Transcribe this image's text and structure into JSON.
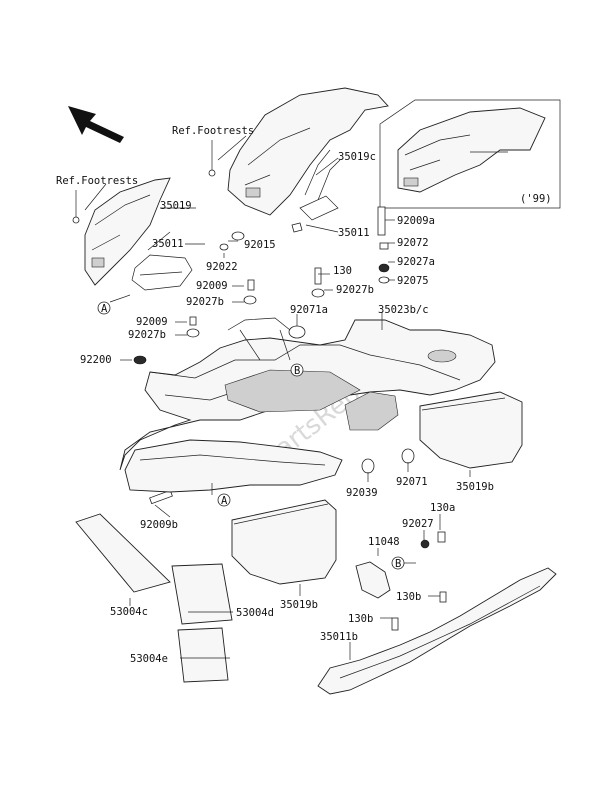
{
  "labels": {
    "ref_footrests_top": "Ref.Footrests",
    "ref_footrests_left": "Ref.Footrests",
    "l35019c": "35019c",
    "l35019": "35019",
    "l35011_left": "35011",
    "l92015": "92015",
    "l35011_mid": "35011",
    "l92022": "92022",
    "l92009a": "92009a",
    "l92072": "92072",
    "l92027a": "92027a",
    "l92075": "92075",
    "l130_top": "130",
    "l92009_a": "92009",
    "l92027b_a": "92027b",
    "l92027b_b": "92027b",
    "l92071a": "92071a",
    "l35023bc": "35023b/c",
    "l92009_b": "92009",
    "l92027b_c": "92027b",
    "l92200": "92200",
    "l92071": "92071",
    "l35019b_right": "35019b",
    "l92039": "92039",
    "l92009b": "92009b",
    "l130a": "130a",
    "l92027": "92027",
    "l11048": "11048",
    "l35019b_mid": "35019b",
    "l53004c": "53004c",
    "l53004d": "53004d",
    "l130b_a": "130b",
    "l130b_b": "130b",
    "l35011b": "35011b",
    "l53004e": "53004e",
    "year": "('99)",
    "callout_a1": "A",
    "callout_a2": "A",
    "callout_b1": "B",
    "callout_b2": "B",
    "watermark": "PartsRepublik"
  }
}
